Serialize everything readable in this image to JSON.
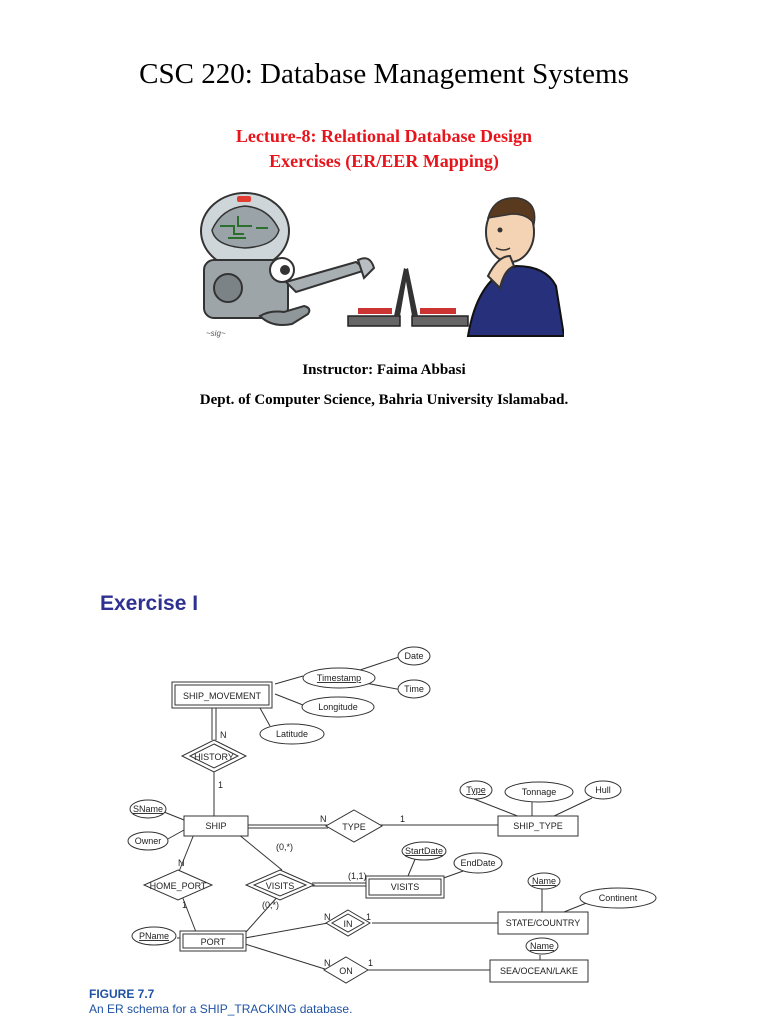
{
  "header": {
    "title": "CSC 220: Database Management Systems",
    "lecture_line1": "Lecture-8: Relational Database Design",
    "lecture_line2": "Exercises (ER/EER Mapping)"
  },
  "credits": {
    "instructor": "Instructor: Faima Abbasi",
    "department": "Dept. of Computer Science, Bahria University Islamabad."
  },
  "exercise": {
    "heading": "Exercise I"
  },
  "diagram": {
    "entities": {
      "ship_movement": "SHIP_MOVEMENT",
      "ship": "SHIP",
      "ship_type": "SHIP_TYPE",
      "port": "PORT",
      "visits_entity": "VISITS",
      "state_country": "STATE/COUNTRY",
      "sea_ocean_lake": "SEA/OCEAN/LAKE"
    },
    "relationships": {
      "history": "HISTORY",
      "type": "TYPE",
      "home_port": "HOME_PORT",
      "visits_rel": "VISITS",
      "in": "IN",
      "on": "ON"
    },
    "attributes": {
      "timestamp": "Timestamp",
      "date": "Date",
      "time": "Time",
      "longitude": "Longitude",
      "latitude": "Latitude",
      "sname": "SName",
      "owner": "Owner",
      "type": "Type",
      "tonnage": "Tonnage",
      "hull": "Hull",
      "startdate": "StartDate",
      "enddate": "EndDate",
      "pname": "PName",
      "state_name": "Name",
      "continent": "Continent",
      "sea_name": "Name"
    },
    "cardinalities": {
      "history_n": "N",
      "history_1": "1",
      "type_n": "N",
      "type_1": "1",
      "homeport_n": "N",
      "homeport_1": "1",
      "visits_ship": "(0,*)",
      "visits_port": "(0,*)",
      "visits_entity": "(1,1)",
      "in_n": "N",
      "in_1": "1",
      "on_n": "N",
      "on_1": "1"
    }
  },
  "figure": {
    "label": "FIGURE 7.7",
    "caption": "An ER schema for a SHIP_TRACKING database."
  }
}
